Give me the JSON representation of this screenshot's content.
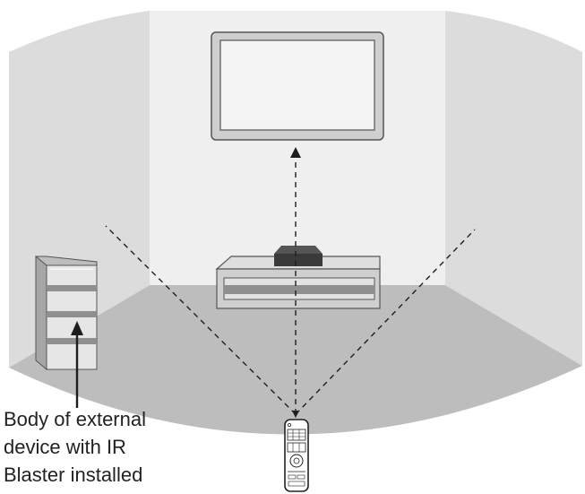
{
  "caption": {
    "line1": "Body of external",
    "line2": "device with IR",
    "line3": "Blaster installed"
  },
  "colors": {
    "wall_back": "#efefef",
    "wall_side": "#dcdcdc",
    "floor": "#bdbdbd",
    "tv_frame": "#cfcfcf",
    "tv_screen": "#f4f4f4",
    "furniture": "#cfcfcf",
    "furniture_dark": "#8f8f8f",
    "set_top_box": "#3a3a3a",
    "line": "#1e1e1e",
    "outline": "#555555"
  },
  "icons": [
    "tv-icon",
    "tv-stand-icon",
    "set-top-box-icon",
    "cabinet-icon",
    "remote-control-icon",
    "arrow-up-icon"
  ]
}
